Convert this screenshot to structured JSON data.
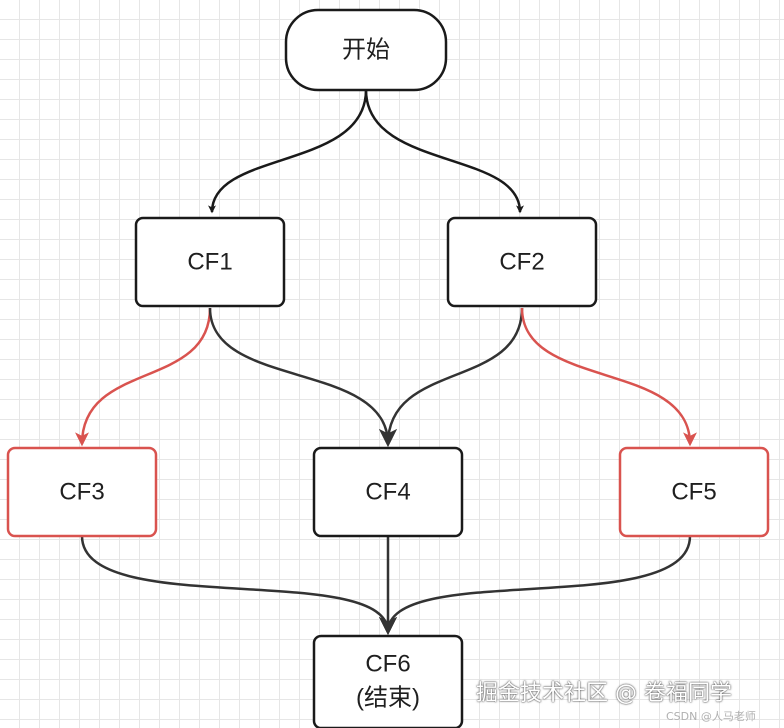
{
  "diagram": {
    "nodes": {
      "start": {
        "label": "开始"
      },
      "cf1": {
        "label": "CF1"
      },
      "cf2": {
        "label": "CF2"
      },
      "cf3": {
        "label": "CF3"
      },
      "cf4": {
        "label": "CF4"
      },
      "cf5": {
        "label": "CF5"
      },
      "cf6": {
        "label_line1": "CF6",
        "label_line2": "(结束)"
      }
    },
    "edges": [
      {
        "from": "开始",
        "to": "CF1",
        "color": "#1a1a1a"
      },
      {
        "from": "开始",
        "to": "CF2",
        "color": "#1a1a1a"
      },
      {
        "from": "CF1",
        "to": "CF3",
        "color": "#d9534f"
      },
      {
        "from": "CF1",
        "to": "CF4",
        "color": "#333333"
      },
      {
        "from": "CF2",
        "to": "CF4",
        "color": "#333333"
      },
      {
        "from": "CF2",
        "to": "CF5",
        "color": "#d9534f"
      },
      {
        "from": "CF3",
        "to": "CF6",
        "color": "#333333"
      },
      {
        "from": "CF4",
        "to": "CF6",
        "color": "#333333"
      },
      {
        "from": "CF5",
        "to": "CF6",
        "color": "#333333"
      }
    ],
    "colors": {
      "normal_stroke": "#1a1a1a",
      "highlight_stroke": "#d9534f",
      "grid": "#e6e6e6"
    }
  },
  "watermark": {
    "main": "掘金技术社区 @ 卷福同学",
    "sub": "CSDN @人马老师"
  }
}
